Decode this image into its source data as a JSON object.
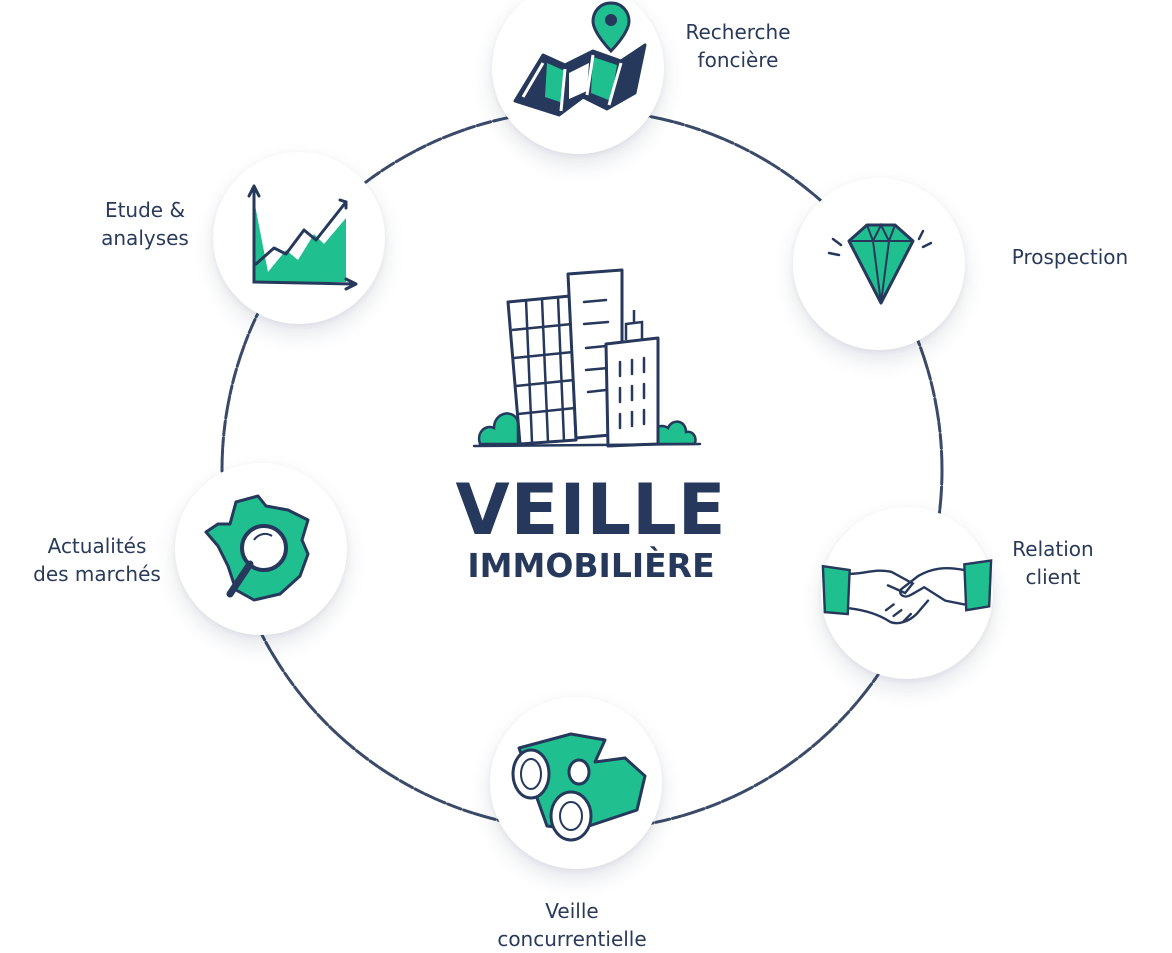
{
  "diagram": {
    "center": {
      "title": "VEILLE",
      "subtitle": "IMMOBILIÈRE"
    },
    "nodes": [
      {
        "id": "recherche",
        "label_lines": [
          "Recherche",
          "foncière"
        ],
        "icon": "map-pin-icon"
      },
      {
        "id": "prospection",
        "label_lines": [
          "Prospection"
        ],
        "icon": "diamond-icon"
      },
      {
        "id": "relation",
        "label_lines": [
          "Relation",
          "client"
        ],
        "icon": "handshake-icon"
      },
      {
        "id": "veille",
        "label_lines": [
          "Veille",
          "concurrentielle"
        ],
        "icon": "binoculars-icon"
      },
      {
        "id": "actualites",
        "label_lines": [
          "Actualités",
          "des marchés"
        ],
        "icon": "france-magnifier-icon"
      },
      {
        "id": "etude",
        "label_lines": [
          "Etude &",
          "analyses"
        ],
        "icon": "chart-icon"
      }
    ],
    "colors": {
      "navy": "#26385c",
      "green": "#1fbf8f",
      "ring": "#3a4a68"
    }
  }
}
